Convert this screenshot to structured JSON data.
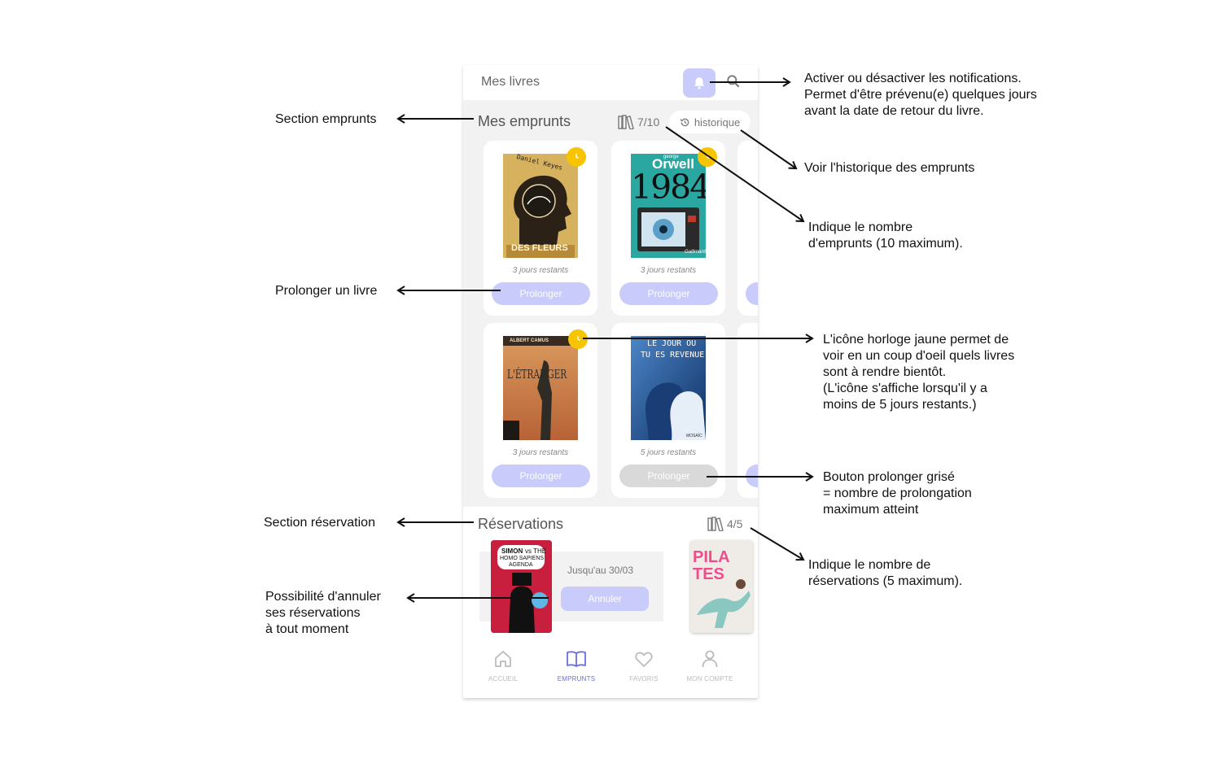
{
  "app": {
    "title": "Mes livres",
    "borrow_section_title": "Mes emprunts",
    "borrow_count": "7/10",
    "history_label": "historique",
    "books": [
      {
        "days": "3 jours restants",
        "button": "Prolonger",
        "button_enabled": true,
        "due_soon": true
      },
      {
        "days": "3 jours restants",
        "button": "Prolonger",
        "button_enabled": true,
        "due_soon": true
      },
      {
        "days": "3 jours restants",
        "button": "Prolonger",
        "button_enabled": true,
        "due_soon": true
      },
      {
        "days": "5 jours restants",
        "button": "Prolonger",
        "button_enabled": false,
        "due_soon": false
      }
    ],
    "covers": {
      "keyes": {
        "author": "Daniel Keyes",
        "title": "DES FLEURS"
      },
      "orwell": {
        "author": "george",
        "name": "Orwell",
        "title": "1984",
        "publisher": "Gallimard"
      },
      "camus": {
        "author": "ALBERT CAMUS",
        "title": "L'ÉTRANGER"
      },
      "jour": {
        "title_line1": "LE JOUR OÙ",
        "title_line2": "TU ES REVENUE",
        "publisher": "MOSAÏC"
      },
      "simon": {
        "title_line1": "SIMON",
        "title_line2": "vs THE",
        "title_line3": "HOMO SAPIENS",
        "title_line4": "AGENDA"
      },
      "pilates": {
        "title_line1": "PILA",
        "title_line2": "TES"
      }
    },
    "reservation_section_title": "Réservations",
    "reservation_count": "4/5",
    "reservation": {
      "date": "Jusqu'au 30/03",
      "cancel": "Annuler"
    },
    "nav": [
      {
        "label": "ACCUEIL",
        "icon": "home-icon",
        "active": false
      },
      {
        "label": "EMPRUNTS",
        "icon": "book-icon",
        "active": true
      },
      {
        "label": "FAVORIS",
        "icon": "heart-icon",
        "active": false
      },
      {
        "label": "MON COMPTE",
        "icon": "user-icon",
        "active": false
      }
    ]
  },
  "annotations": {
    "notifications": "Activer ou désactiver les notifications.\nPermet d'être prévenu(e) quelques jours\navant la date de retour du livre.",
    "history": "Voir l'historique des emprunts",
    "borrow_count": "Indique le nombre\nd'emprunts (10 maximum).",
    "section_borrow": "Section emprunts",
    "prolong": "Prolonger un livre",
    "clock": "L'icône horloge jaune permet de\nvoir en un coup d'oeil quels livres\nsont à rendre bientôt.\n(L'icône s'affiche lorsqu'il y a\nmoins de 5 jours restants.)",
    "greyed": "Bouton prolonger grisé\n= nombre de prolongation\nmaximum atteint",
    "section_reservation": "Section réservation",
    "reservation_count": "Indique le nombre de\nréservations (5 maximum).",
    "cancel": "Possibilité d'annuler\nses réservations\nà tout moment"
  },
  "colors": {
    "accent": "#c9cbfa",
    "accent_text": "#6b6fe6",
    "clock": "#f6c400",
    "disabled": "#d9d9d9"
  }
}
